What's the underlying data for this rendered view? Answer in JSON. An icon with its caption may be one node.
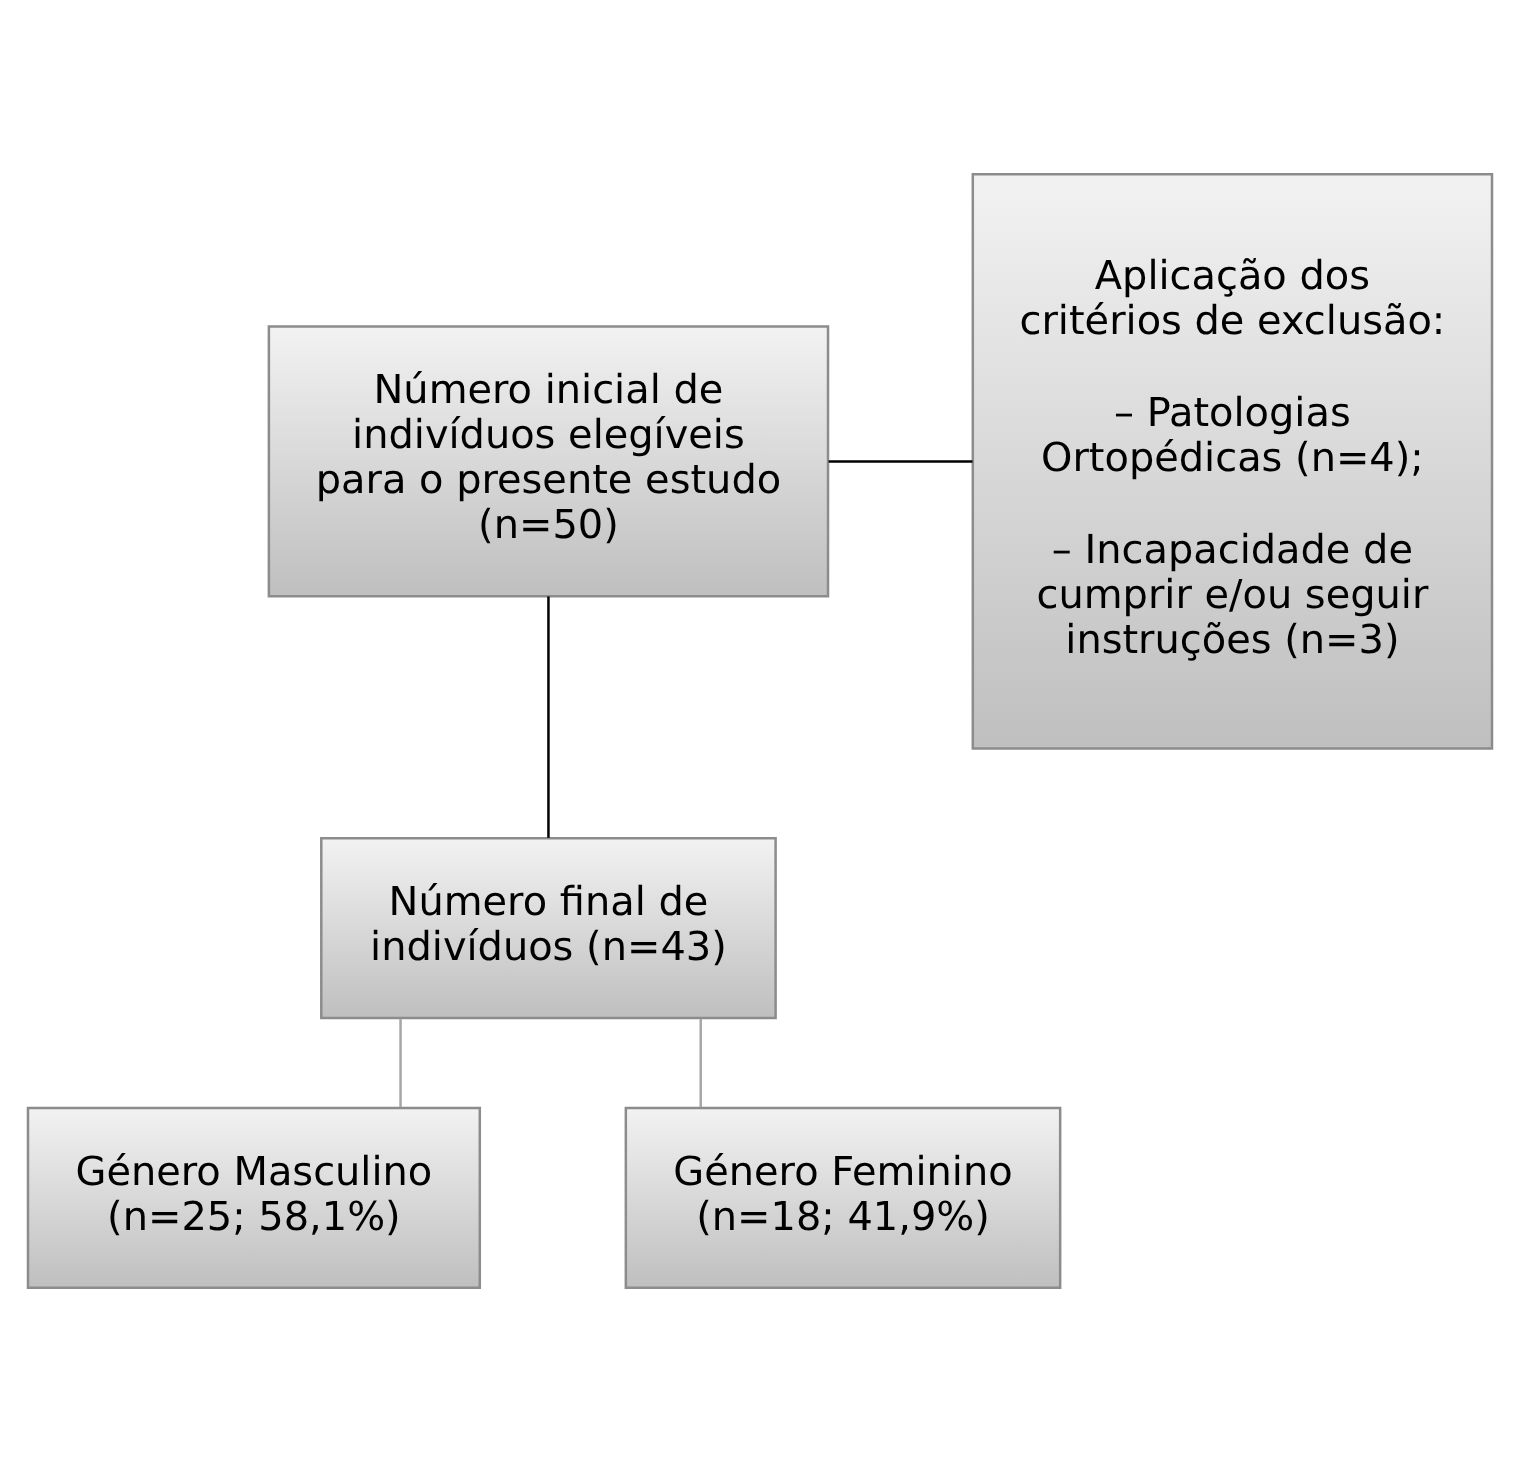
{
  "diagram": {
    "nodes": [
      {
        "text": [
          "Número inicial de indivíduos elegíveis para o presente estudo (n=50)"
        ]
      },
      {
        "text": [
          "Aplicação dos critérios de exclusão:",
          "– Patologias Ortopédicas (n=4);",
          "– Incapacidade de cumprir e/ou seguir instruções (n=3)"
        ]
      },
      {
        "text": [
          "Número final de indivíduos (n=43)"
        ]
      },
      {
        "text": [
          "Género Masculino (n=25; 58,1%)"
        ]
      },
      {
        "text": [
          "Género Feminino (n=18; 41,9%)"
        ]
      }
    ],
    "edges": [
      {
        "from": 0,
        "to": 1,
        "arrow": "none"
      },
      {
        "from": 0,
        "to": 2,
        "arrow": "none"
      },
      {
        "from": 2,
        "to": 3,
        "arrow": "none",
        "color": "#a6a6a6"
      },
      {
        "from": 2,
        "to": 4,
        "arrow": "none",
        "color": "#a6a6a6"
      }
    ]
  }
}
